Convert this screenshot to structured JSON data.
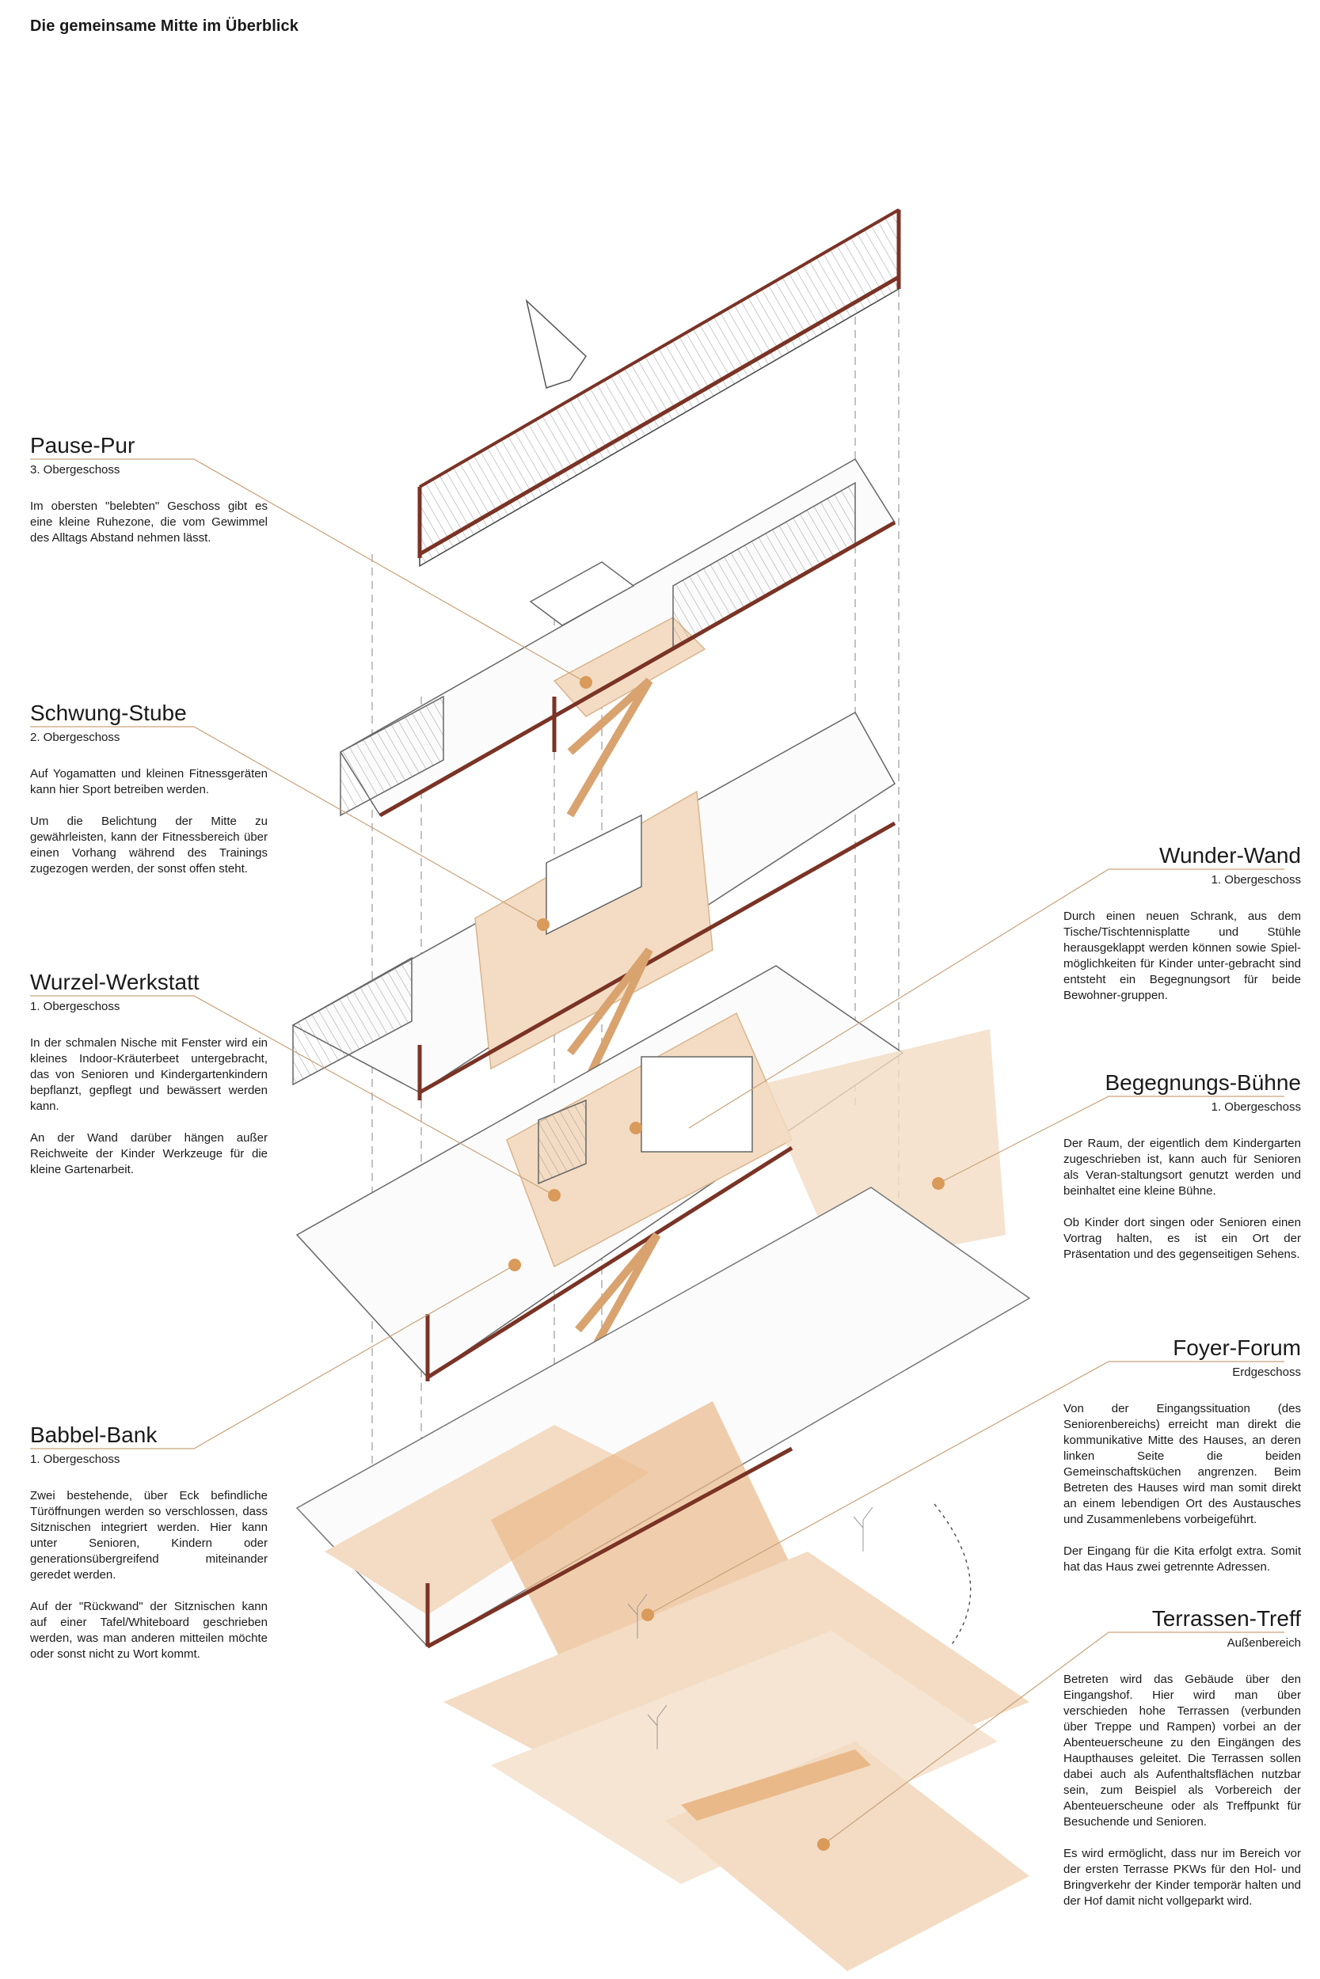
{
  "title": "Die gemeinsame Mitte im Überblick",
  "colors": {
    "accent": "#d99a5a",
    "wall": "#7a3325",
    "floor_fill": "#f3dcc3",
    "floor_fill_dark": "#e9b98a",
    "leader_line": "#c9a27a"
  },
  "sections": [
    {
      "name": "Pause-Pur",
      "floor": "3. Obergeschoss",
      "paragraphs": [
        "Im obersten \"belebten\" Geschoss gibt es eine kleine Ruhezone, die vom Gewimmel des Alltags Abstand nehmen lässt."
      ]
    },
    {
      "name": "Schwung-Stube",
      "floor": "2. Obergeschoss",
      "paragraphs": [
        "Auf Yogamatten und kleinen Fitnessgeräten kann hier Sport betreiben werden.",
        "Um die Belichtung der Mitte zu gewährleisten, kann der Fitnessbereich über einen Vorhang während des Trainings zugezogen werden, der sonst offen steht."
      ]
    },
    {
      "name": "Wurzel-Werkstatt",
      "floor": "1. Obergeschoss",
      "paragraphs": [
        "In der schmalen Nische mit Fenster wird ein kleines Indoor-Kräuterbeet untergebracht, das von Senioren und Kindergartenkindern bepflanzt, gepflegt und bewässert werden kann.",
        "An der Wand darüber hängen außer Reichweite der Kinder Werkzeuge für die kleine Gartenarbeit."
      ]
    },
    {
      "name": "Babbel-Bank",
      "floor": "1. Obergeschoss",
      "paragraphs": [
        "Zwei bestehende, über Eck befindliche Türöffnungen werden so verschlossen, dass Sitznischen integriert werden. Hier kann unter Senioren, Kindern oder generationsübergreifend miteinander geredet werden.",
        "Auf der \"Rückwand\" der Sitznischen kann auf einer Tafel/Whiteboard geschrieben werden, was man anderen mitteilen möchte oder sonst nicht zu Wort kommt."
      ]
    },
    {
      "name": "Wunder-Wand",
      "floor": "1. Obergeschoss",
      "paragraphs": [
        "Durch einen neuen Schrank, aus dem Tische/Tischtennisplatte und Stühle herausgeklappt werden können sowie Spiel-möglichkeiten für Kinder unter-gebracht sind entsteht ein Begegnungsort für beide Bewohner-gruppen."
      ]
    },
    {
      "name": "Begegnungs-Bühne",
      "floor": "1. Obergeschoss",
      "paragraphs": [
        "Der Raum, der eigentlich dem Kindergarten zugeschrieben ist, kann auch für Senioren als Veran-staltungsort genutzt werden und beinhaltet eine kleine Bühne.",
        "Ob Kinder dort singen oder Senioren einen Vortrag halten, es ist ein Ort der Präsentation und des gegenseitigen Sehens."
      ]
    },
    {
      "name": "Foyer-Forum",
      "floor": "Erdgeschoss",
      "paragraphs": [
        "Von der Eingangssituation (des Seniorenbereichs) erreicht man direkt die kommunikative Mitte des Hauses, an deren linken Seite die beiden Gemeinschaftsküchen angrenzen. Beim Betreten des Hauses wird man somit direkt an einem lebendigen Ort des Austausches und Zusammenlebens vorbeigeführt.",
        "Der Eingang für die Kita erfolgt extra. Somit hat das Haus zwei getrennte Adressen."
      ]
    },
    {
      "name": "Terrassen-Treff",
      "floor": "Außenbereich",
      "paragraphs": [
        "Betreten wird das Gebäude über den Eingangshof. Hier wird man über verschieden hohe Terrassen (verbunden über Treppe und Rampen) vorbei an der Abenteuerscheune zu den Eingängen des Haupthauses geleitet. Die Terrassen sollen dabei auch als Aufenthaltsflächen nutzbar sein, zum Beispiel als Vorbereich der Abenteuerscheune oder als Treffpunkt für Besuchende und Senioren.",
        "Es wird ermöglicht, dass nur im Bereich vor der ersten Terrasse PKWs für den Hol- und Bringverkehr der Kinder temporär halten und der Hof damit nicht vollgeparkt wird."
      ]
    }
  ]
}
